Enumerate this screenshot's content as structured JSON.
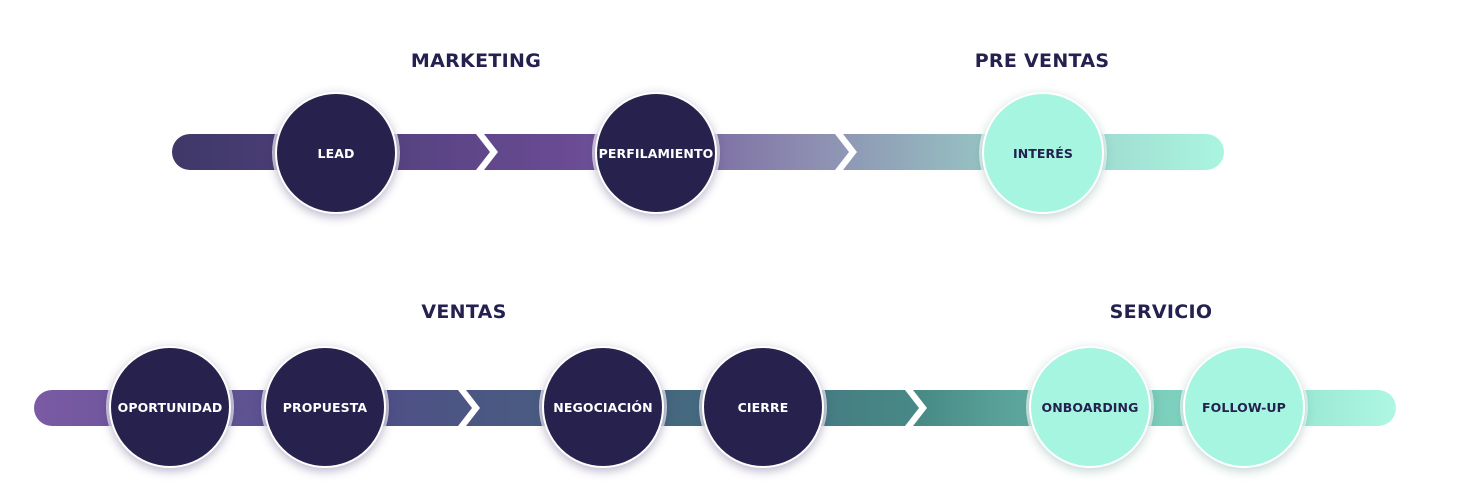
{
  "colors": {
    "dark_node": "#27224d",
    "light_node": "#a6f5e0",
    "title_text": "#24204f",
    "band_start": "#3d3766",
    "band_mid": "#6a4d95",
    "band_end": "#a9f3df"
  },
  "row1": {
    "phases": [
      "MARKETING",
      "PRE VENTAS"
    ],
    "nodes": [
      "LEAD",
      "PERFILAMIENTO",
      "INTERÉS"
    ]
  },
  "row2": {
    "phases": [
      "VENTAS",
      "SERVICIO"
    ],
    "nodes": [
      "OPORTUNIDAD",
      "PROPUESTA",
      "NEGOCIACIÓN",
      "CIERRE",
      "ONBOARDING",
      "FOLLOW-UP"
    ]
  }
}
